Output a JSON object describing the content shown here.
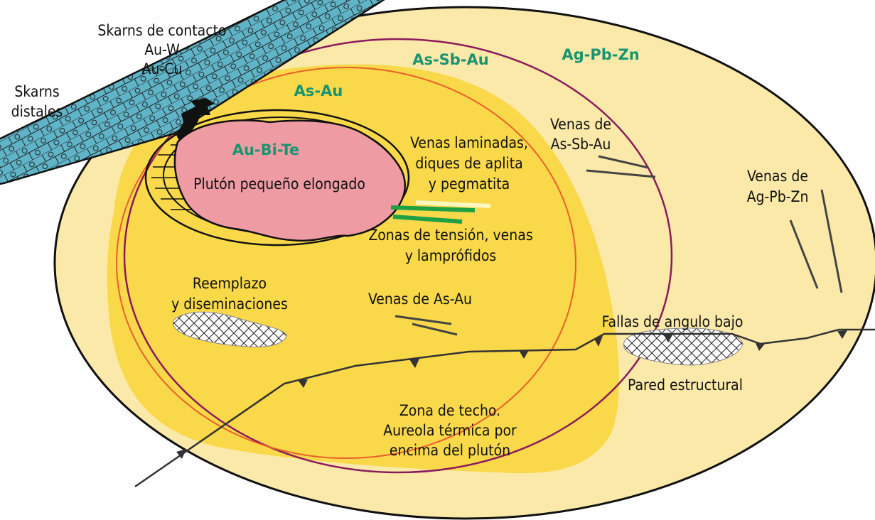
{
  "zones": {
    "ag_pb_zn": "Ag-Pb-Zn",
    "as_sb_au": "As-Sb-Au",
    "as_au": "As-Au",
    "au_bi_te": "Au-Bi-Te"
  },
  "labels": {
    "skarns_contacto": [
      "Skarns de contacto",
      "Au-W",
      "Au-Cu"
    ],
    "skarns_distales": [
      "Skarns",
      "distales"
    ],
    "pluton": "Plutón pequeño elongado",
    "venas_laminadas": [
      "Venas laminadas,",
      "diques de aplita",
      "y pegmatita"
    ],
    "zonas_tension": [
      "Zonas de tensión, venas",
      "y lamprófidos"
    ],
    "venas_as_sb_au": [
      "Venas de",
      "As-Sb-Au"
    ],
    "venas_ag_pb_zn": [
      "Venas de",
      "Ag-Pb-Zn"
    ],
    "reemplazo": [
      "Reemplazo",
      "y diseminaciones"
    ],
    "venas_as_au": "Venas de As-Au",
    "fallas": "Fallas de angulo bajo",
    "pared": "Pared estructural",
    "zona_techo": [
      "Zona de techo.",
      "Aureola térmica por",
      "encima del plutón"
    ]
  },
  "colors": {
    "outer_zone": "#fbe9a9",
    "inner_zone": "#f9d84a",
    "pluton": "#ee9ba3",
    "skarn": "#5fb4c8",
    "zone_label": "#1a9470",
    "as_sb_au_boundary": "#8b1a5c",
    "as_au_boundary": "#e8602a",
    "dike_green": "#1fa045"
  }
}
